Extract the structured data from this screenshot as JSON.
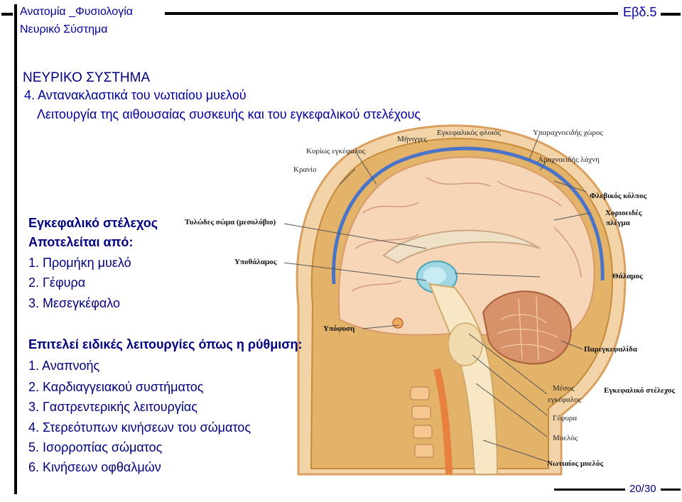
{
  "header": {
    "course": "Ανατομία _Φυσιολογία",
    "topic": "Νευρικό Σύστημα",
    "term": "Εβδ.5"
  },
  "title": {
    "main": "ΝΕΥΡΙΚΟ ΣΥΣΤΗΜΑ",
    "sub1": "4. Αντανακλαστικά του νωτιαίου μυελού",
    "sub2": "Λειτουργία της αιθουσαίας συσκευής και του εγκεφαλικού στελέχους"
  },
  "brainstem": {
    "heading": "Εγκεφαλικό στέλεχος",
    "consists": "Αποτελείται από:",
    "parts": [
      "1. Προμήκη μυελό",
      "2. Γέφυρα",
      "3. Μεσεγκέφαλο"
    ]
  },
  "functions": {
    "heading": "Επιτελεί ειδικές λειτουργίες όπως η ρύθμιση:",
    "items": [
      "1. Αναπνοής",
      "2. Καρδιαγγειακού συστήματος",
      "3. Γαστρεντερικής λειτουργίας",
      "4. Στερεότυπων κινήσεων του σώματος",
      "5. Ισορροπίας σώματος",
      "6. Κινήσεων οφθαλμών"
    ]
  },
  "figure_labels": {
    "cerebrum": "Κυρίως εγκέφαλος",
    "skull": "Κρανίο",
    "meninges": "Μήνιγγες",
    "cortex": "Εγκεφαλικός φλοιός",
    "subarachnoid": "Υπαραχνοειδής χώρος",
    "arachnoid": "Αραχνοειδής λάχνη",
    "sinus": "Φλεβικός κόλπος",
    "choroid": "Χοριοειδές πλέγμα",
    "corpus": "Τυλώδες σώμα (μεσολόβιο)",
    "hypothalamus": "Υποθάλαμος",
    "thalamus": "Θάλαμος",
    "pituitary": "Υπόφυση",
    "cerebellum": "Παρεγκεφαλίδα",
    "midbrain": "Μέσος εγκέφαλος",
    "brainstem": "Εγκεφαλικό στέλεχος",
    "pons": "Γέφυρα",
    "medulla": "Μυελός",
    "spinal": "Νωτιαίος μυελός"
  },
  "page": "20/30"
}
